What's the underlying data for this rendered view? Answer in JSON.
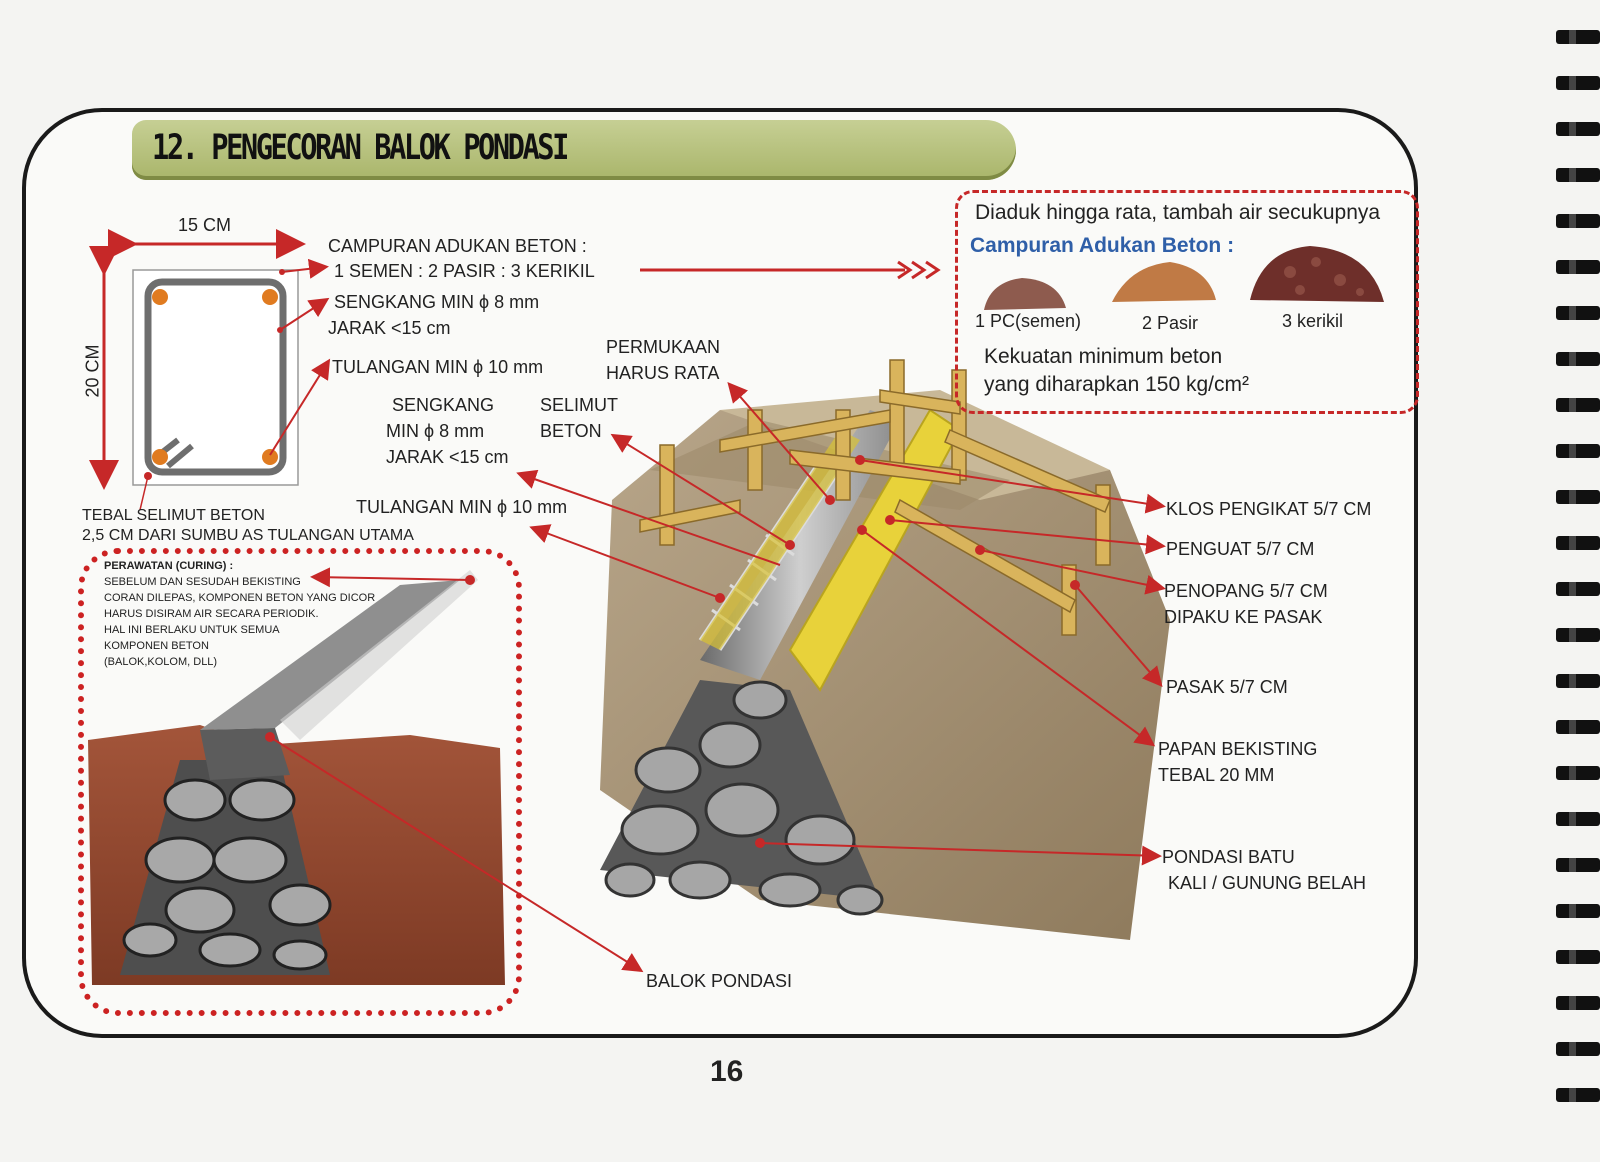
{
  "title": "12. PENGECORAN BALOK PONDASI",
  "page_number": "16",
  "section_diagram": {
    "width_label": "15 CM",
    "height_label": "20 CM",
    "cover_note": [
      "TEBAL SELIMUT BETON",
      "2,5 CM DARI SUMBU AS TULANGAN UTAMA"
    ]
  },
  "mix_spec": {
    "heading": "CAMPURAN ADUKAN BETON :",
    "ratio": "1 SEMEN : 2 PASIR : 3 KERIKIL",
    "stirrup": [
      "SENGKANG MIN ϕ 8 mm",
      "JARAK <15 cm"
    ],
    "rebar": "TULANGAN MIN ϕ 10 mm"
  },
  "callout": {
    "line1": "Diaduk hingga rata, tambah air secukupnya",
    "heading": "Campuran Adukan Beton :",
    "items": [
      "1 PC(semen)",
      "2 Pasir",
      "3 kerikil"
    ],
    "strength": [
      "Kekuatan minimum beton",
      "yang diharapkan 150 kg/cm²"
    ]
  },
  "middle_labels": {
    "surface": [
      "PERMUKAAN",
      "HARUS RATA"
    ],
    "stirrup": [
      "SENGKANG",
      "MIN ϕ 8 mm",
      "JARAK <15 cm"
    ],
    "cover": [
      "SELIMUT",
      "BETON"
    ],
    "rebar": "TULANGAN MIN ϕ 10 mm"
  },
  "right_labels": {
    "klos": "KLOS PENGIKAT  5/7 CM",
    "penguat": "PENGUAT 5/7 CM",
    "penopang": [
      "PENOPANG 5/7 CM",
      "DIPAKU KE PASAK"
    ],
    "pasak": "PASAK 5/7 CM",
    "papan": [
      "PAPAN BEKISTING",
      "TEBAL 20 MM"
    ],
    "pondasi": [
      "PONDASI BATU",
      "KALI / GUNUNG BELAH"
    ]
  },
  "curing": {
    "heading": "PERAWATAN (CURING) :",
    "lines": [
      "SEBELUM DAN SESUDAH BEKISTING",
      "CORAN DILEPAS, KOMPONEN  BETON YANG DICOR",
      "HARUS DISIRAM  AIR SECARA PERIODIK.",
      "HAL INI BERLAKU UNTUK SEMUA",
      "KOMPONEN BETON",
      "(BALOK,KOLOM, DLL)"
    ]
  },
  "beam_label": "BALOK PONDASI",
  "colors": {
    "accent_red": "#c62828",
    "title_green": "#b3bf78",
    "formwork_yellow": "#e8d23a",
    "timber": "#d9b45c"
  }
}
